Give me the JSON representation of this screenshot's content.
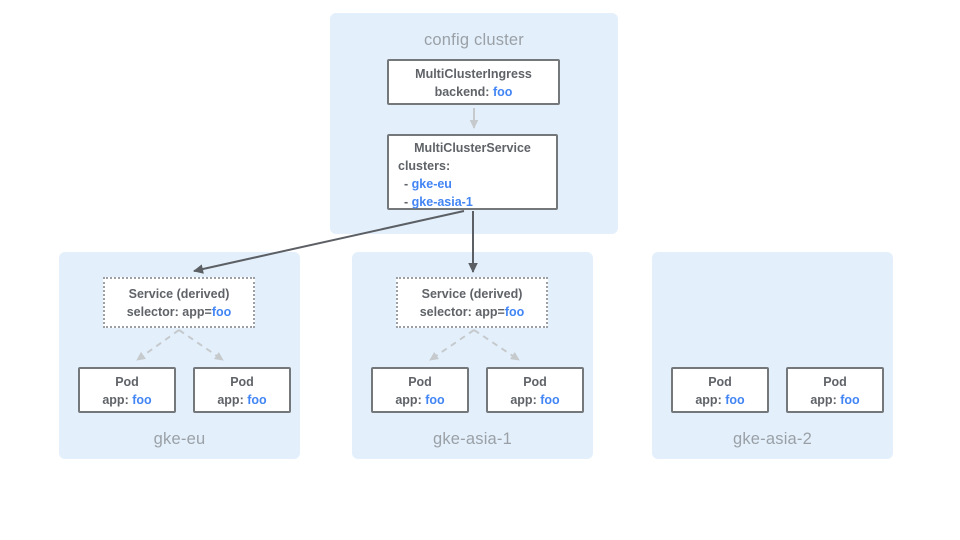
{
  "config_cluster": {
    "title": "config cluster",
    "ingress": {
      "name": "MultiClusterIngress",
      "backend_label": "backend:",
      "backend_value": "foo"
    },
    "service": {
      "name": "MultiClusterService",
      "clusters_label": "clusters:",
      "bullet": "-",
      "cluster_refs": [
        "gke-eu",
        "gke-asia-1"
      ]
    }
  },
  "clusters": [
    {
      "label": "gke-eu",
      "service": {
        "name": "Service (derived)",
        "selector_label": "selector: app=",
        "selector_value": "foo"
      },
      "pods": [
        {
          "name": "Pod",
          "app_label": "app:",
          "app_value": "foo"
        },
        {
          "name": "Pod",
          "app_label": "app:",
          "app_value": "foo"
        }
      ]
    },
    {
      "label": "gke-asia-1",
      "service": {
        "name": "Service (derived)",
        "selector_label": "selector: app=",
        "selector_value": "foo"
      },
      "pods": [
        {
          "name": "Pod",
          "app_label": "app:",
          "app_value": "foo"
        },
        {
          "name": "Pod",
          "app_label": "app:",
          "app_value": "foo"
        }
      ]
    },
    {
      "label": "gke-asia-2",
      "pods": [
        {
          "name": "Pod",
          "app_label": "app:",
          "app_value": "foo"
        },
        {
          "name": "Pod",
          "app_label": "app:",
          "app_value": "foo"
        }
      ]
    }
  ],
  "colors": {
    "cluster_bg": "#E3F0FC",
    "box_border": "#75787B",
    "text_dark": "#5F6368",
    "accent_blue": "#4285F4",
    "muted_gray": "#9AA0A6",
    "arrow_dark": "#5C6065",
    "arrow_light": "#C6CACD"
  }
}
